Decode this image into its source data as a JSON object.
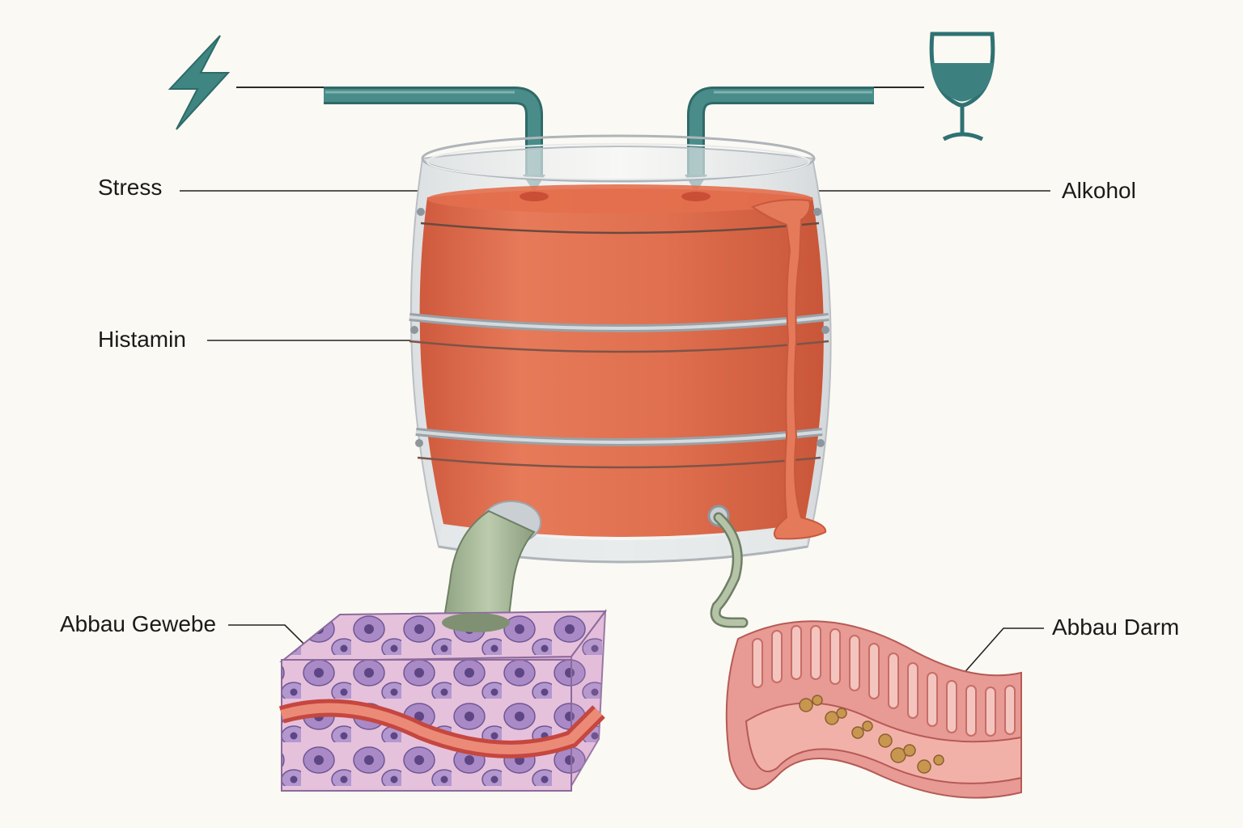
{
  "labels": {
    "stress": "Stress",
    "alkohol": "Alkohol",
    "histamin": "Histamin",
    "abbau_gewebe": "Abbau Gewebe",
    "abbau_darm": "Abbau Darm"
  },
  "icons": {
    "stress_source": "lightning-bolt-icon",
    "alcohol_source": "wine-glass-icon"
  },
  "colors": {
    "background": "#fbf9f3",
    "pipe_teal": "#3f7f7f",
    "histamine_liquid": "#e0704f",
    "tissue_cells": "#9b7fc0",
    "intestine": "#e89a94",
    "outflow_tube": "#a9b99a"
  }
}
